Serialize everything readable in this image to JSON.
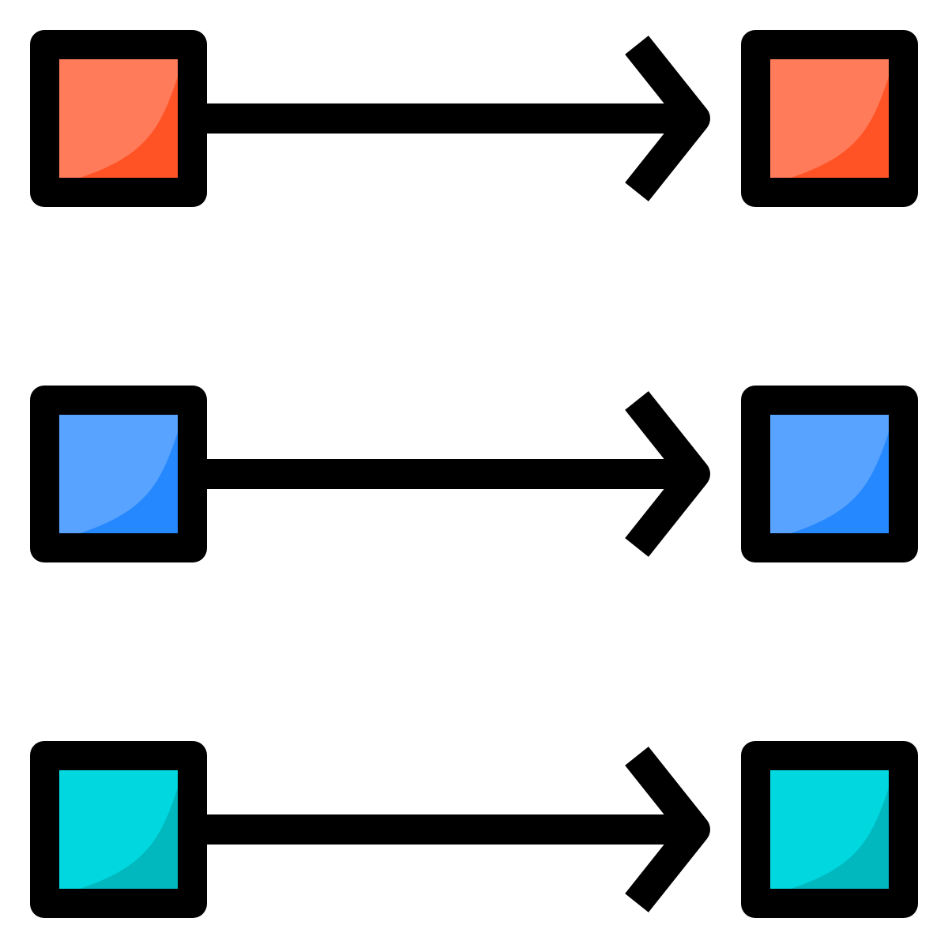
{
  "diagram": {
    "type": "mapping-icon",
    "stroke_color": "#000000",
    "background_color": "#ffffff",
    "rows": [
      {
        "name": "orange",
        "source_fill": "#FF7B59",
        "source_shade": "#FF5326",
        "target_fill": "#FF7B59",
        "target_shade": "#FF5326",
        "connector": "arrow-right"
      },
      {
        "name": "blue",
        "source_fill": "#58A3FF",
        "source_shade": "#2688FF",
        "target_fill": "#58A3FF",
        "target_shade": "#2688FF",
        "connector": "arrow-right"
      },
      {
        "name": "cyan",
        "source_fill": "#00D7DF",
        "source_shade": "#00B8BE",
        "target_fill": "#00D7DF",
        "target_shade": "#00B8BE",
        "connector": "arrow-right"
      }
    ]
  }
}
